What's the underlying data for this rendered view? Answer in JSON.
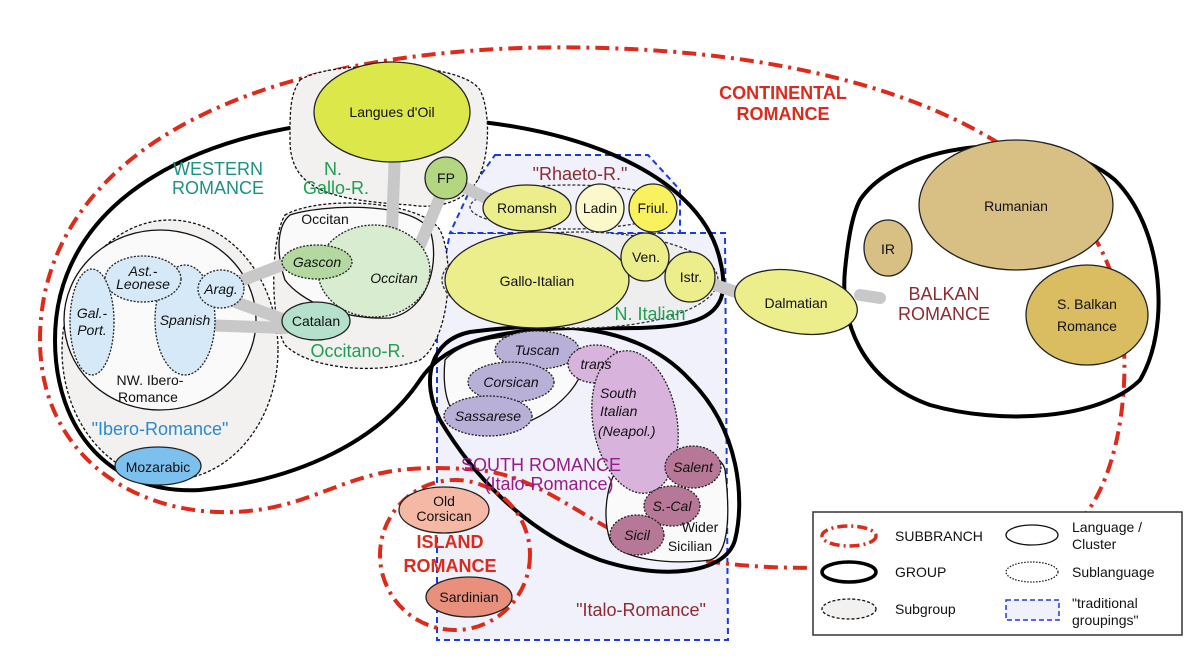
{
  "title": "Romance languages classification diagram",
  "colors": {
    "subbranch": "#dd2a1a",
    "group": "#000000",
    "traditional": "#1a3be0",
    "western_label": "#1a9280",
    "gallo_label": "#1ea050",
    "rhaeto_label": "#8e2a30",
    "ibero_label": "#2a8ad0",
    "south_label": "#9a1a8a",
    "balkan_label": "#8e2a30"
  },
  "labels": {
    "continental_line1": "CONTINENTAL",
    "continental_line2": "ROMANCE",
    "western_line1": "WESTERN",
    "western_line2": "ROMANCE",
    "n_gallo_line1": "N.",
    "n_gallo_line2": "Gallo-R.",
    "rhaeto": "\"Rhaeto-R.\"",
    "occitan_sub": "Occitan",
    "occitano": "Occitano-R.",
    "n_italian": "N. Italian",
    "nw_ibero_line1": "NW. Ibero-",
    "nw_ibero_line2": "Romance",
    "ibero_trad": "\"Ibero-Romance\"",
    "south_line1": "SOUTH ROMANCE",
    "south_line2": "(Italo-Romance)",
    "island_line1": "ISLAND",
    "island_line2": "ROMANCE",
    "italo_trad": "\"Italo-Romance\"",
    "balkan_line1": "BALKAN",
    "balkan_line2": "ROMANCE",
    "wider_line1": "Wider",
    "wider_line2": "Sicilian"
  },
  "languages": {
    "langues_doil": "Langues d'Oil",
    "fp": "FP",
    "romansh": "Romansh",
    "ladin": "Ladin",
    "friul": "Friul.",
    "gallo_italian": "Gallo-Italian",
    "ven": "Ven.",
    "istr": "Istr.",
    "dalmatian": "Dalmatian",
    "rumanian": "Rumanian",
    "ir": "IR",
    "s_balkan_line1": "S. Balkan",
    "s_balkan_line2": "Romance",
    "occitan": "Occitan",
    "gascon": "Gascon",
    "catalan": "Catalan",
    "ast_line1": "Ast.-",
    "ast_line2": "Leonese",
    "arag": "Arag.",
    "gal_line1": "Gal.-",
    "gal_line2": "Port.",
    "spanish": "Spanish",
    "mozarabic": "Mozarabic",
    "tuscan": "Tuscan",
    "trans": "trans",
    "corsican": "Corsican",
    "sassarese": "Sassarese",
    "south_it_line1": "South",
    "south_it_line2": "Italian",
    "south_it_line3": "(Neapol.)",
    "salent": "Salent",
    "s_cal": "S.-Cal",
    "sicil": "Sicil",
    "old_cors_line1": "Old",
    "old_cors_line2": "Corsican",
    "sardinian": "Sardinian"
  },
  "legend": {
    "subbranch": "SUBBRANCH",
    "group": "GROUP",
    "subgroup": "Subgroup",
    "language_line1": "Language /",
    "language_line2": "Cluster",
    "sublanguage": "Sublanguage",
    "traditional_line1": "\"traditional",
    "traditional_line2": "groupings\""
  }
}
